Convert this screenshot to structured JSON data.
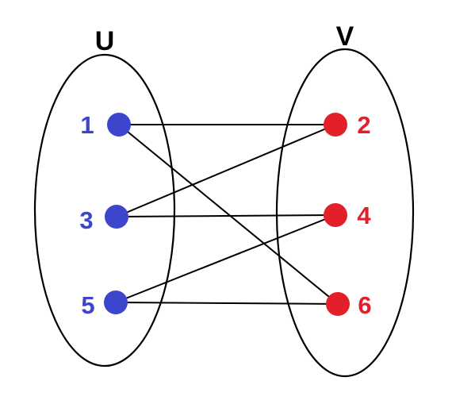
{
  "sets": {
    "U": {
      "label": "U"
    },
    "V": {
      "label": "V"
    }
  },
  "colors": {
    "u_nodes": "#3d45cc",
    "v_nodes": "#e3202a",
    "lines": "#000000",
    "background": "#ffffff"
  },
  "nodes": {
    "n1": {
      "label": "1",
      "set": "U"
    },
    "n3": {
      "label": "3",
      "set": "U"
    },
    "n5": {
      "label": "5",
      "set": "U"
    },
    "n2": {
      "label": "2",
      "set": "V"
    },
    "n4": {
      "label": "4",
      "set": "V"
    },
    "n6": {
      "label": "6",
      "set": "V"
    }
  },
  "edges": [
    {
      "from": "1",
      "to": "2"
    },
    {
      "from": "1",
      "to": "6"
    },
    {
      "from": "3",
      "to": "2"
    },
    {
      "from": "3",
      "to": "4"
    },
    {
      "from": "5",
      "to": "4"
    },
    {
      "from": "5",
      "to": "6"
    }
  ]
}
